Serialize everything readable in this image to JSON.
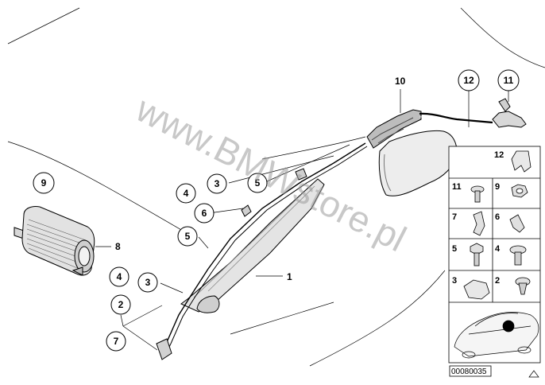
{
  "watermark": "www.BMWstore.pl",
  "part_number": "00080035",
  "callouts": {
    "c1": "1",
    "c2": "2",
    "c3a": "3",
    "c3b": "3",
    "c4a": "4",
    "c4b": "4",
    "c5a": "5",
    "c5b": "5",
    "c6": "6",
    "c7": "7",
    "c8": "8",
    "c9": "9",
    "c10": "10",
    "c11": "11",
    "c12": "12"
  },
  "grid": {
    "g12": "12",
    "g11": "11",
    "g9": "9",
    "g7": "7",
    "g6": "6",
    "g5": "5",
    "g4": "4",
    "g3": "3",
    "g2": "2"
  },
  "colors": {
    "line": "#000000",
    "fill_light": "#e6e6e6",
    "fill_mid": "#bdbdbd",
    "watermark": "#9a9a9a"
  }
}
